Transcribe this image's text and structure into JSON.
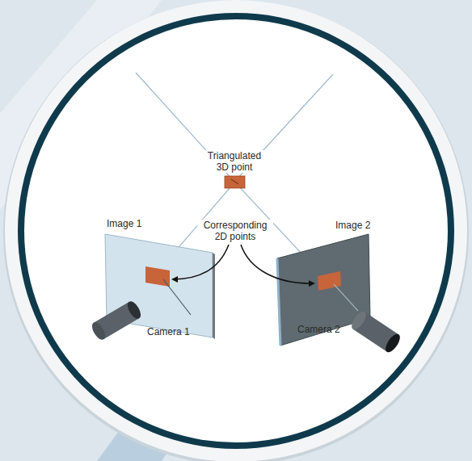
{
  "diagram": {
    "nodes": [
      {
        "text": [
          "Triangulated 3D point"
        ]
      },
      {
        "text": [
          "Image 1"
        ]
      },
      {
        "text": [
          "Image 2"
        ]
      },
      {
        "text": [
          "Camera 1"
        ]
      },
      {
        "text": [
          "Camera 2"
        ]
      }
    ],
    "edges": [
      {
        "from": 3,
        "to": 0,
        "arrow": "none"
      },
      {
        "from": 4,
        "to": 0,
        "arrow": "none"
      }
    ],
    "labels": [
      "Corresponding 2D points"
    ]
  }
}
